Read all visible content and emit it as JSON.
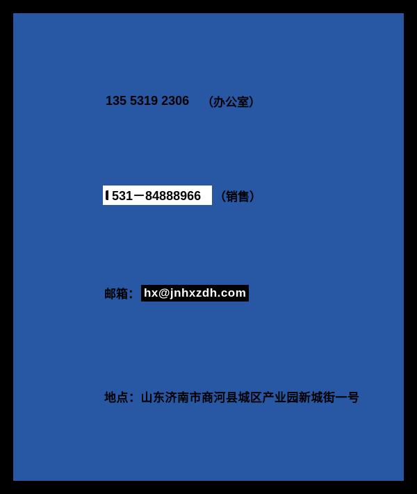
{
  "theme": {
    "frame_color": "#000000",
    "background_color": "#2857a4",
    "text_color": "#000000",
    "sales_highlight_color": "#ffffff",
    "email_highlight_color": "#000000",
    "email_text_color": "#ffffff"
  },
  "contact": {
    "office_phone": "135 5319 2306",
    "office_label": "（办公室）",
    "sales_phone": "531－84888966",
    "sales_label": "（销售）",
    "email_label": "邮箱：",
    "email_address": "hx@jnhxzdh.com",
    "address": "地点：山东济南市商河县城区产业园新城街一号"
  }
}
